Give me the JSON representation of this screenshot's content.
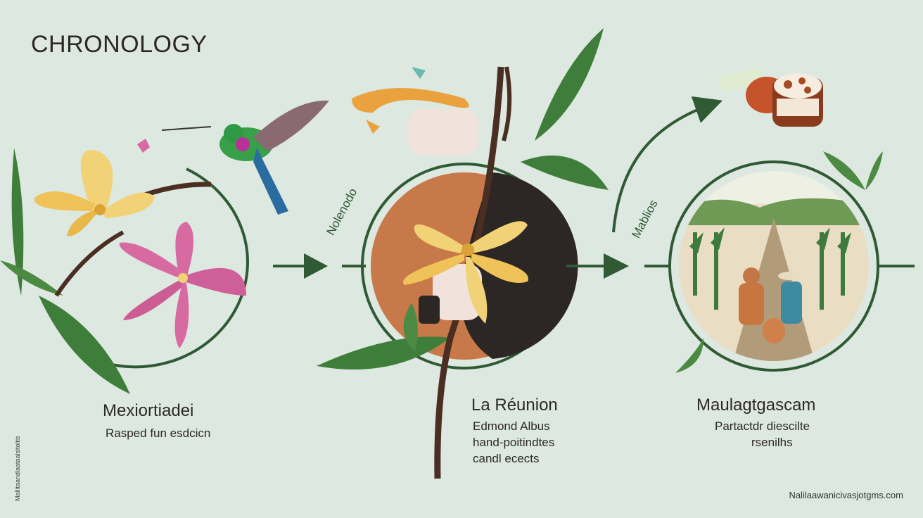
{
  "title": "CHRONOLOGY",
  "stages": [
    {
      "title": "Mexiortiadei",
      "subtitle": [
        "Rasped fun esdcicn"
      ]
    },
    {
      "title": "La Réunion",
      "subtitle": [
        "Edmond Albus",
        "hand-poitindtes",
        "candl ecects"
      ]
    },
    {
      "title": "Maulagtgascam",
      "subtitle": [
        "Partactdr diescilte",
        "rsenilhs"
      ]
    }
  ],
  "arrow_labels": [
    "Nolenodo",
    "Mablios"
  ],
  "side_label": "Mallitaandlaataalsitoltis",
  "credit": "Nalilaawanicivasjotgms.com",
  "colors": {
    "background": "#dde8e0",
    "ring": "#2f5a34",
    "leaf": "#3f7d3a",
    "orange": "#c8794a",
    "yellow_flower": "#f2d277",
    "pink_flower": "#d86aa2",
    "vanilla_bean": "#4a2e22"
  },
  "icons": [
    "vanilla-flower-icon",
    "hummingbird-icon",
    "vanilla-bean-icon",
    "hand-icon",
    "leaf-icon",
    "farm-worker-icon",
    "dessert-icon"
  ]
}
